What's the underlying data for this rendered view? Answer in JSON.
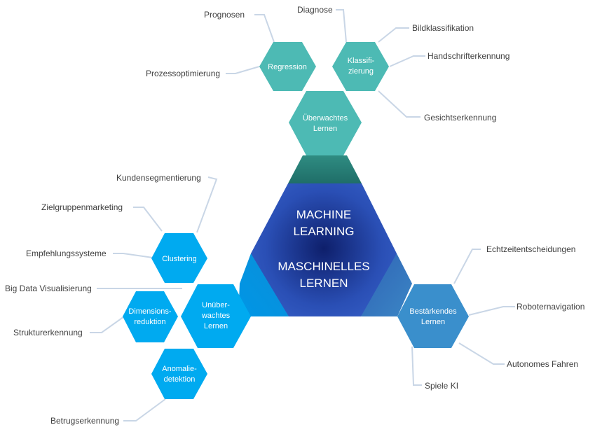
{
  "center": {
    "line1": "MACHINE",
    "line2": "LEARNING",
    "line3": "MASCHINELLES",
    "line4": "LERNEN"
  },
  "branches": {
    "supervised": {
      "line1": "Überwachtes",
      "line2": "Lernen",
      "color": "#4dbab4",
      "methods": {
        "regression": {
          "label": "Regression"
        },
        "classification": {
          "line1": "Klassifi-",
          "line2": "zierung"
        }
      },
      "applications": {
        "prognosen": "Prognosen",
        "prozessoptimierung": "Prozessoptimierung",
        "diagnose": "Diagnose",
        "bildklassifikation": "Bildklassifikation",
        "handschrifterkennung": "Handschrifterkennung",
        "gesichtserkennung": "Gesichtserkennung"
      }
    },
    "unsupervised": {
      "line1": "Unüber-",
      "line2": "wachtes",
      "line3": "Lernen",
      "color": "#00aaf0",
      "methods": {
        "clustering": {
          "label": "Clustering"
        },
        "dimensionality": {
          "line1": "Dimensions-",
          "line2": "reduktion"
        },
        "anomaly": {
          "line1": "Anomalie-",
          "line2": "detektion"
        }
      },
      "applications": {
        "kundensegmentierung": "Kundensegmentierung",
        "zielgruppenmarketing": "Zielgruppenmarketing",
        "empfehlungssysteme": "Empfehlungssysteme",
        "bigdata": "Big Data Visualisierung",
        "strukturerkennung": "Strukturerkennung",
        "betrugserkennung": "Betrugserkennung"
      }
    },
    "reinforcement": {
      "line1": "Bestärkendes",
      "line2": "Lernen",
      "color": "#3a8fcc",
      "applications": {
        "echtzeit": "Echtzeitentscheidungen",
        "robot": "Roboternavigation",
        "auto": "Autonomes Fahren",
        "spiele": "Spiele KI"
      }
    }
  }
}
